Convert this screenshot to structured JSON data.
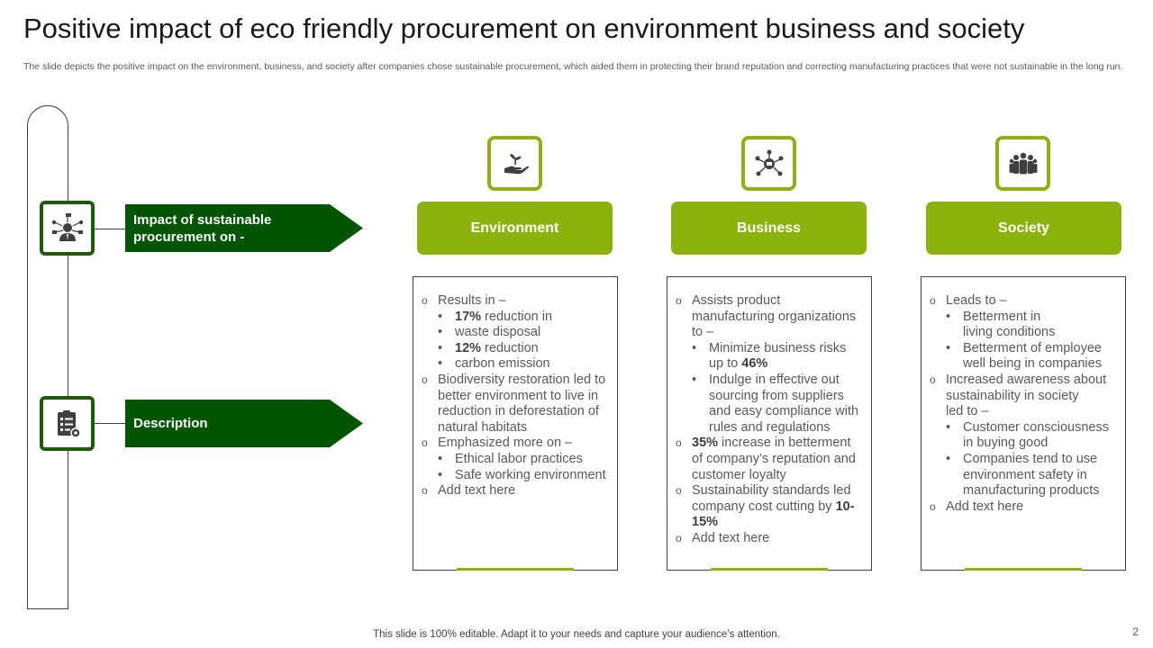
{
  "title": "Positive impact of eco friendly procurement on environment business and society",
  "subtitle": "The slide depicts the positive impact on the environment, business, and society after companies chose sustainable procurement, which aided them in protecting their brand reputation and correcting manufacturing practices that were not sustainable in the long run.",
  "side": {
    "impact_label": "Impact of sustainable procurement on -",
    "description_label": "Description"
  },
  "categories": [
    {
      "label": "Environment",
      "icon": "hand-plant-icon"
    },
    {
      "label": "Business",
      "icon": "network-hub-icon"
    },
    {
      "label": "Society",
      "icon": "people-group-icon"
    }
  ],
  "environment": {
    "results_in": "Results in –",
    "pct_17": "17%",
    "reduction_in": " reduction in",
    "waste_disposal": "waste disposal",
    "pct_12": "12%",
    "reduction": " reduction",
    "carbon_emission": "carbon emission",
    "biodiversity": "Biodiversity restoration led to better environment to live in reduction in deforestation of natural habitats",
    "emphasized": "Emphasized more on –",
    "ethical": "Ethical labor practices",
    "safe": "Safe working environment",
    "add_text": "Add text here"
  },
  "business": {
    "assists": "Assists product manufacturing organizations to –",
    "minimize": "Minimize business risks up to ",
    "pct_46": "46%",
    "indulge": "Indulge in effective out sourcing from suppliers and easy compliance with rules and regulations",
    "pct_35": "35%",
    "increase": " increase in betterment of company’s reputation and customer loyalty",
    "sustainability": "Sustainability standards led company cost cutting by ",
    "pct_10_15": "10-15%",
    "add_text": "Add text here"
  },
  "society": {
    "leads_to": "Leads to –",
    "betterment_in": "Betterment in",
    "living_conditions": "living conditions",
    "betterment_employee": "Betterment of employee well being in companies",
    "increased": "Increased awareness about sustainability in society",
    "led_to": "led to –",
    "customer": "Customer consciousness in buying good",
    "companies": "Companies tend to use environment safety in manufacturing products",
    "add_text": "Add text here"
  },
  "footer": "This slide is 100% editable. Adapt it to your needs and capture your audience’s attention.",
  "page_number": "2",
  "colors": {
    "dark_green": "#005500",
    "lime_green": "#8cb20e",
    "icon_border_dark": "#1e5a0a",
    "icon_border_light": "#8db012"
  }
}
